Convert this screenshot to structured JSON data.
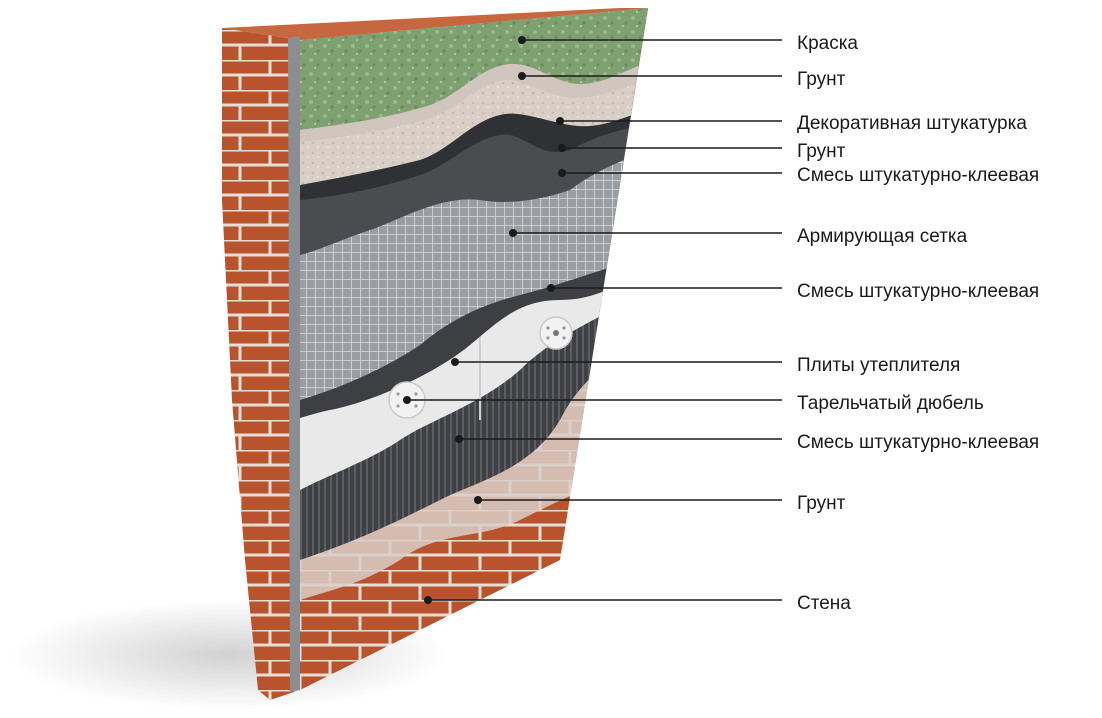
{
  "diagram": {
    "colors": {
      "brick": "#b9532d",
      "mortar": "#e7dfd6",
      "paint": "#7fa070",
      "primer_light": "#d9cfc7",
      "decor_plaster": "#c7beb6",
      "adhesive": "#4a4c4f",
      "mesh": "#8c8f94",
      "insulation": "#e9e9ea",
      "leader": "#1a1a1a"
    },
    "layers": [
      {
        "id": "paint",
        "label": "Краска"
      },
      {
        "id": "primer-1",
        "label": "Грунт"
      },
      {
        "id": "decorative-plaster",
        "label": "Декоративная штукатурка"
      },
      {
        "id": "primer-2",
        "label": "Грунт"
      },
      {
        "id": "adhesive-1",
        "label": "Смесь штукатурно-клеевая"
      },
      {
        "id": "mesh",
        "label": "Армирующая сетка"
      },
      {
        "id": "adhesive-2",
        "label": "Смесь штукатурно-клеевая"
      },
      {
        "id": "insulation",
        "label": "Плиты утеплителя"
      },
      {
        "id": "dowel",
        "label": "Тарельчатый дюбель"
      },
      {
        "id": "adhesive-3",
        "label": "Смесь штукатурно-клеевая"
      },
      {
        "id": "primer-3",
        "label": "Грунт"
      },
      {
        "id": "wall",
        "label": "Стена"
      }
    ]
  }
}
